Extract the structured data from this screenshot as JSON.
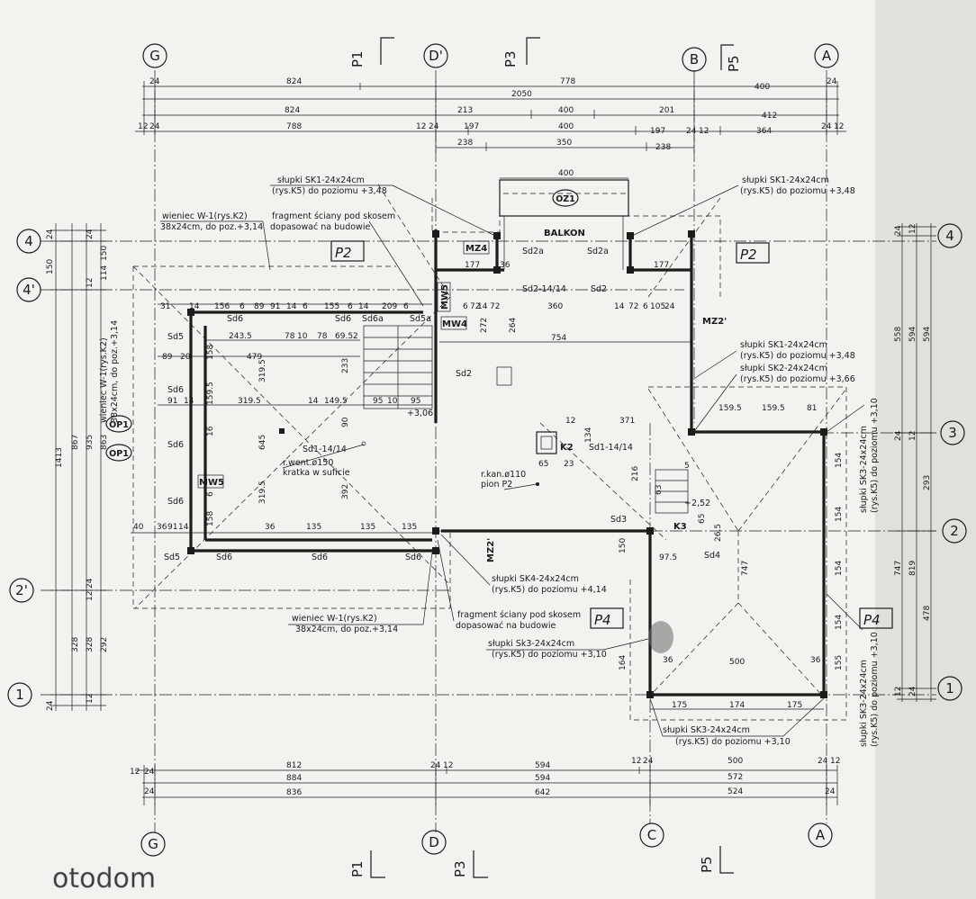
{
  "grid": {
    "cols_top": [
      "G",
      "D'",
      "B",
      "A"
    ],
    "cols_bottom": [
      "G",
      "D",
      "C",
      "A"
    ],
    "rows_left": [
      "4",
      "4'",
      "2'",
      "1"
    ],
    "rows_right": [
      "4",
      "3",
      "2",
      "1"
    ]
  },
  "sections": {
    "p1": "P1",
    "p3": "P3",
    "p5": "P5",
    "p2": "P2",
    "p4": "P4"
  },
  "dims_top": {
    "r1": [
      "24",
      "824",
      "778",
      "400",
      "24"
    ],
    "r2": [
      "2050"
    ],
    "r3": [
      "824",
      "213",
      "400",
      "201",
      "412"
    ],
    "r4": [
      "12",
      "24",
      "788",
      "12",
      "24",
      "197",
      "400",
      "197",
      "24",
      "12",
      "364",
      "24",
      "12"
    ],
    "r5": [
      "238",
      "350",
      "238"
    ],
    "balcony_w": "400"
  },
  "dims_bottom": {
    "r1": [
      "12",
      "24",
      "812",
      "24",
      "12",
      "594",
      "12",
      "24",
      "500",
      "24",
      "12"
    ],
    "r2": [
      "884",
      "594",
      "572"
    ],
    "r3": [
      "24",
      "836",
      "642",
      "524",
      "24"
    ]
  },
  "dims_left": {
    "outer": [
      "1413"
    ],
    "c2": [
      "867",
      "328"
    ],
    "c3": [
      "935",
      "328"
    ],
    "c4": [
      "150",
      "114",
      "863",
      "292"
    ],
    "small": [
      "24",
      "150",
      "24",
      "12",
      "12",
      "24",
      "12",
      "24"
    ]
  },
  "dims_right": {
    "c1": [
      "558",
      "747"
    ],
    "c2": [
      "594",
      "819"
    ],
    "c3": [
      "594",
      "293",
      "478"
    ],
    "small": [
      "24",
      "12",
      "24",
      "12",
      "12",
      "24"
    ]
  },
  "inner_dims": {
    "row_top": [
      "31",
      "14",
      "156",
      "6",
      "89",
      "91",
      "14",
      "6",
      "155",
      "6",
      "14",
      "209",
      "6"
    ],
    "row_2": [
      "243.5",
      "78",
      "10",
      "78",
      "69.5",
      "2"
    ],
    "row_3": [
      "89",
      "20",
      "479"
    ],
    "row_4": [
      "91",
      "14",
      "319.5",
      "14",
      "149.5",
      "95",
      "10",
      "95"
    ],
    "row_bottom": [
      "40",
      "36",
      "91",
      "14",
      "36",
      "135",
      "135",
      "135"
    ],
    "stair": [
      "233",
      "90",
      "392",
      "319.5",
      "645",
      "319.5",
      "158",
      "159.5",
      "158",
      "16",
      "6"
    ],
    "right_room": [
      "754",
      "360",
      "14",
      "72",
      "6",
      "105",
      "24",
      "272",
      "264",
      "371"
    ],
    "balc": [
      "177",
      "36",
      "177",
      "72",
      "14",
      "72",
      "6"
    ],
    "east": [
      "159.5",
      "159.5",
      "81",
      "154",
      "154",
      "154",
      "154",
      "747",
      "500",
      "175",
      "174",
      "175",
      "216",
      "150",
      "97.5",
      "65",
      "26.5",
      "164",
      "155",
      "36",
      "36",
      "63",
      "5",
      "65",
      "23",
      "12",
      "134"
    ]
  },
  "rooms": {
    "balkon": "BALKON",
    "oz1": "OZ1",
    "mz4": "MZ4",
    "mz2p": "MZ2'",
    "mz2": "MZ2'",
    "mw5a": "MW5",
    "mw5b": "MW5",
    "mw4": "MW4",
    "k2": "K2",
    "k3": "K3",
    "op1a": "OP1",
    "op1b": "OP1"
  },
  "tags": {
    "sd6": "Sd6",
    "sd6a": "Sd6a",
    "sd5": "Sd5",
    "sd5a": "Sd5a",
    "sd2": "Sd2",
    "sd2a": "Sd2a",
    "sd2_14": "Sd2-14/14",
    "sd1_14": "Sd1-14/14",
    "sd3": "Sd3",
    "sd4": "Sd4"
  },
  "levels": {
    "l306": "+3,06",
    "l252": "+2,52"
  },
  "notes": {
    "sk1_left_1": "słupki SK1-24x24cm",
    "sk1_left_2": "(rys.K5) do poziomu +3,48",
    "sk1_right_1": "słupki SK1-24x24cm",
    "sk1_right_2": "(rys.K5) do poziomu +3,48",
    "wieniec_top_1": "wieniec W-1(rys.K2)",
    "wieniec_top_2": "38x24cm, do poz.+3,14",
    "fragment_top_1": "fragment ściany pod skosem",
    "fragment_top_2": "dopasować na budowie",
    "sk1_mid_1": "słupki SK1-24x24cm",
    "sk1_mid_2": "(rys.K5) do poziomu +3,48",
    "sk2_1": "słupki SK2-24x24cm",
    "sk2_2": "(rys.K5) do poziomu +3,66",
    "sk3_vert_1": "słupki SK3-24x24cm",
    "sk3_vert_2": "(rys.K5) do poziomu +3,10",
    "rwent_1": "r.went.ø150",
    "rwent_2": "kratka w suficie",
    "rkan_1": "r.kan.ø110",
    "rkan_2": "pion P2",
    "wieniec_left_1": "wieniec W-1(rys.K2)",
    "wieniec_left_2": "38x24cm, do poz.+3,14",
    "sk4_1": "słupki SK4-24x24cm",
    "sk4_2": "(rys.K5) do poziomu +4,14",
    "wieniec_bot_1": "wieniec W-1(rys.K2)",
    "wieniec_bot_2": "38x24cm, do poz.+3,14",
    "fragment_bot_1": "fragment ściany pod skosem",
    "fragment_bot_2": "dopasować na budowie",
    "sk3_mid_1": "słupki Sk3-24x24cm",
    "sk3_mid_2": "(rys.K5) do poziomu +3,10",
    "sk3_bot_1": "słupki SK3-24x24cm",
    "sk3_bot_2": "(rys.K5) do poziomu +3,10",
    "sk3_vbot_1": "słupki SK3-24x24cm",
    "sk3_vbot_2": "(rys.K5) do poziomu +3,10"
  },
  "watermark": "otodom",
  "colors": {
    "ink": "#1c1c1c",
    "paper": "#f3f2ee"
  }
}
